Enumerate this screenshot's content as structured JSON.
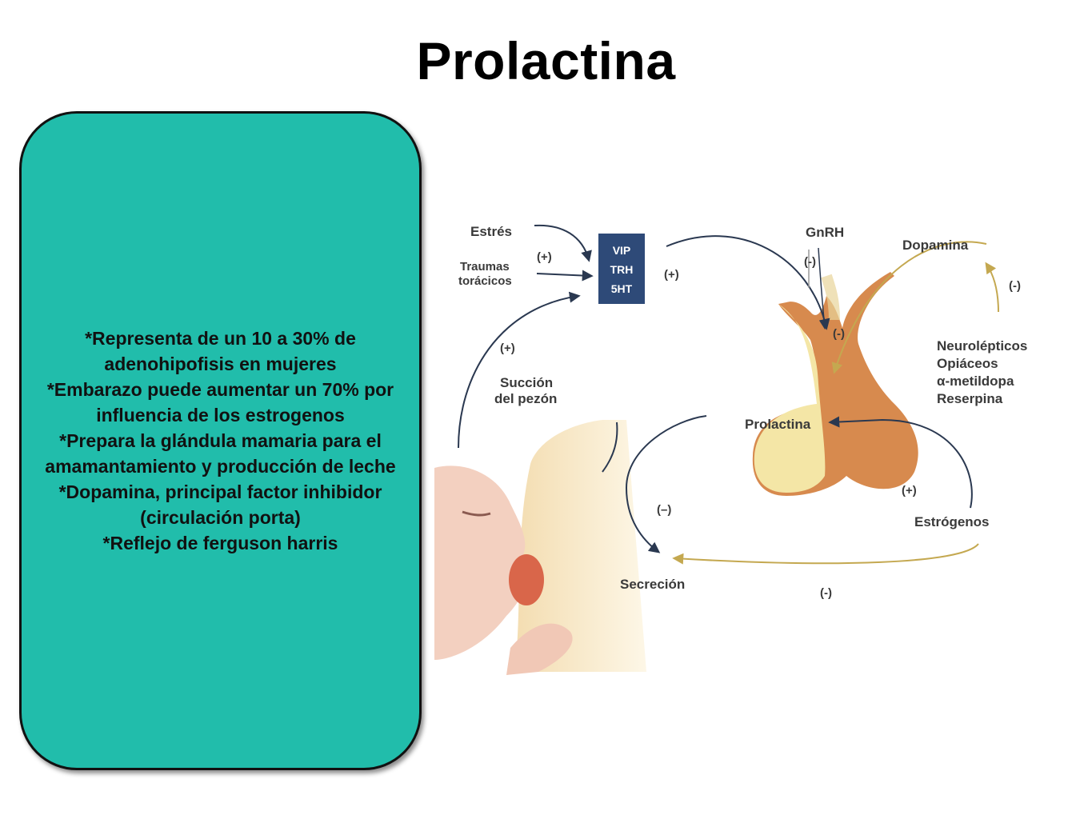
{
  "slide": {
    "title": "Prolactina"
  },
  "info_card": {
    "lines": [
      "*Representa de un 10 a 30% de adenohipofisis en mujeres",
      "*Embarazo puede aumentar un 70% por influencia de los estrogenos",
      "*Prepara la glándula mamaria para el amamantamiento y producción de leche",
      "*Dopamina, principal factor inhibidor",
      "(circulación porta)",
      "*Reflejo de ferguson harris"
    ],
    "background_color": "#21bdab"
  },
  "diagram": {
    "labels": {
      "estres": "Estrés",
      "traumas_1": "Traumas",
      "traumas_2": "torácicos",
      "vip": "VIP",
      "trh": "TRH",
      "sht": "5HT",
      "gnrh": "GnRH",
      "dopamina": "Dopamina",
      "neurolepticos": "Neurolépticos",
      "opiaceos": "Opiáceos",
      "metildopa": "α-metildopa",
      "reserpina": "Reserpina",
      "succion_1": "Succión",
      "succion_2": "del pezón",
      "prolactina": "Prolactina",
      "estrogenos": "Estrógenos",
      "secrecion": "Secreción"
    },
    "signs": {
      "plus_traumas": "(+)",
      "plus_box": "(+)",
      "plus_succion": "(+)",
      "minus_gnrh": "(-)",
      "minus_dopamina": "(-)",
      "minus_stalk": "(-)",
      "plus_estrogenos": "(+)",
      "minus_secrecion": "(–)",
      "minus_bottom": "(-)"
    },
    "colors": {
      "box": "#2e4a78",
      "pituitary": "#d78a4e",
      "pituitary_light": "#f4e6a6",
      "arrow": "#2a3850",
      "arrow_yellow": "#d8c070"
    }
  }
}
